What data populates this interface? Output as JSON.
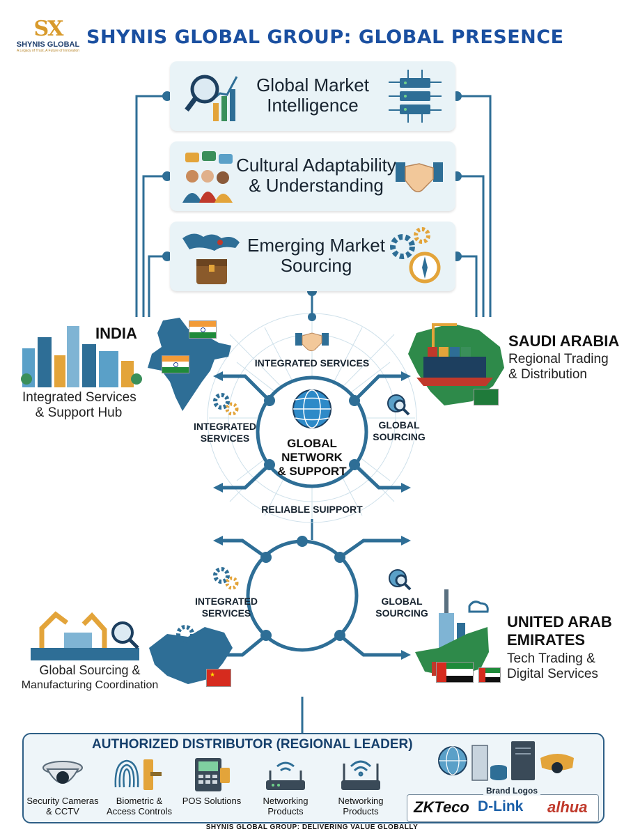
{
  "header": {
    "logo_mark": "SX",
    "logo_name": "SHYNIS GLOBAL",
    "logo_tagline": "A Legacy of Trust, A Future of Innovation",
    "title": "SHYNIS GLOBAL GROUP: GLOBAL PRESENCE"
  },
  "capabilities": [
    {
      "label": "Global Market Intelligence",
      "line1": "Global Market",
      "line2": "Intelligence"
    },
    {
      "label": "Cultural Adaptability & Understanding",
      "line1": "Cultural Adaptability",
      "line2": "& Understanding"
    },
    {
      "label": "Emerging Market Sourcing",
      "line1": "Emerging Market",
      "line2": "Sourcing"
    }
  ],
  "regions": {
    "india": {
      "name": "INDIA",
      "desc1": "Integrated Services",
      "desc2": "& Support Hub"
    },
    "saudi": {
      "name": "SAUDI ARABIA",
      "desc1": "Regional Trading",
      "desc2": "& Distribution"
    },
    "china": {
      "name": "",
      "desc1": "Global Sourcing &",
      "desc2": "Manufacturing Coordination"
    },
    "uae": {
      "name1": "UNITED ARAB",
      "name2": "EMIRATES",
      "desc1": "Tech Trading &",
      "desc2": "Digital Services"
    }
  },
  "hub_top": {
    "top_label": "INTEGRATED SERVICES",
    "left_label1": "INTEGRATED",
    "left_label2": "SERVICES",
    "right_label1": "GLOBAL",
    "right_label2": "SOURCING",
    "center1": "GLOBAL",
    "center2": "NETWORK",
    "center3": "& SUPPORT",
    "bottom_label": "RELIABLE SUIPPORT"
  },
  "hub_bottom": {
    "left_label1": "INTEGRATED",
    "left_label2": "SERVICES",
    "right_label1": "GLOBAL",
    "right_label2": "SOURCING"
  },
  "distributor": {
    "title": "AUTHORIZED DISTRIBUTOR (REGIONAL LEADER)",
    "products": [
      {
        "line1": "Security Cameras",
        "line2": "& CCTV",
        "icon": "cctv-camera-icon"
      },
      {
        "line1": "Biometric &",
        "line2": "Access Controls",
        "icon": "fingerprint-icon"
      },
      {
        "line1": "POS Solutions",
        "line2": "",
        "icon": "pos-terminal-icon"
      },
      {
        "line1": "Networking",
        "line2": "Products",
        "icon": "router-icon"
      },
      {
        "line1": "Networking",
        "line2": "Products",
        "icon": "wifi-router-icon"
      }
    ],
    "brand_caption": "Brand Logos",
    "brands": [
      "ZKTeco",
      "D-Link",
      "alhua"
    ]
  },
  "footer": "SHYNIS GLOBAL GROUP: DELIVERING VALUE GLOBALLY",
  "colors": {
    "accent": "#1a4fa0",
    "line": "#2e6e96",
    "card": "#e9f3f7",
    "gold": "#d89a2b"
  }
}
